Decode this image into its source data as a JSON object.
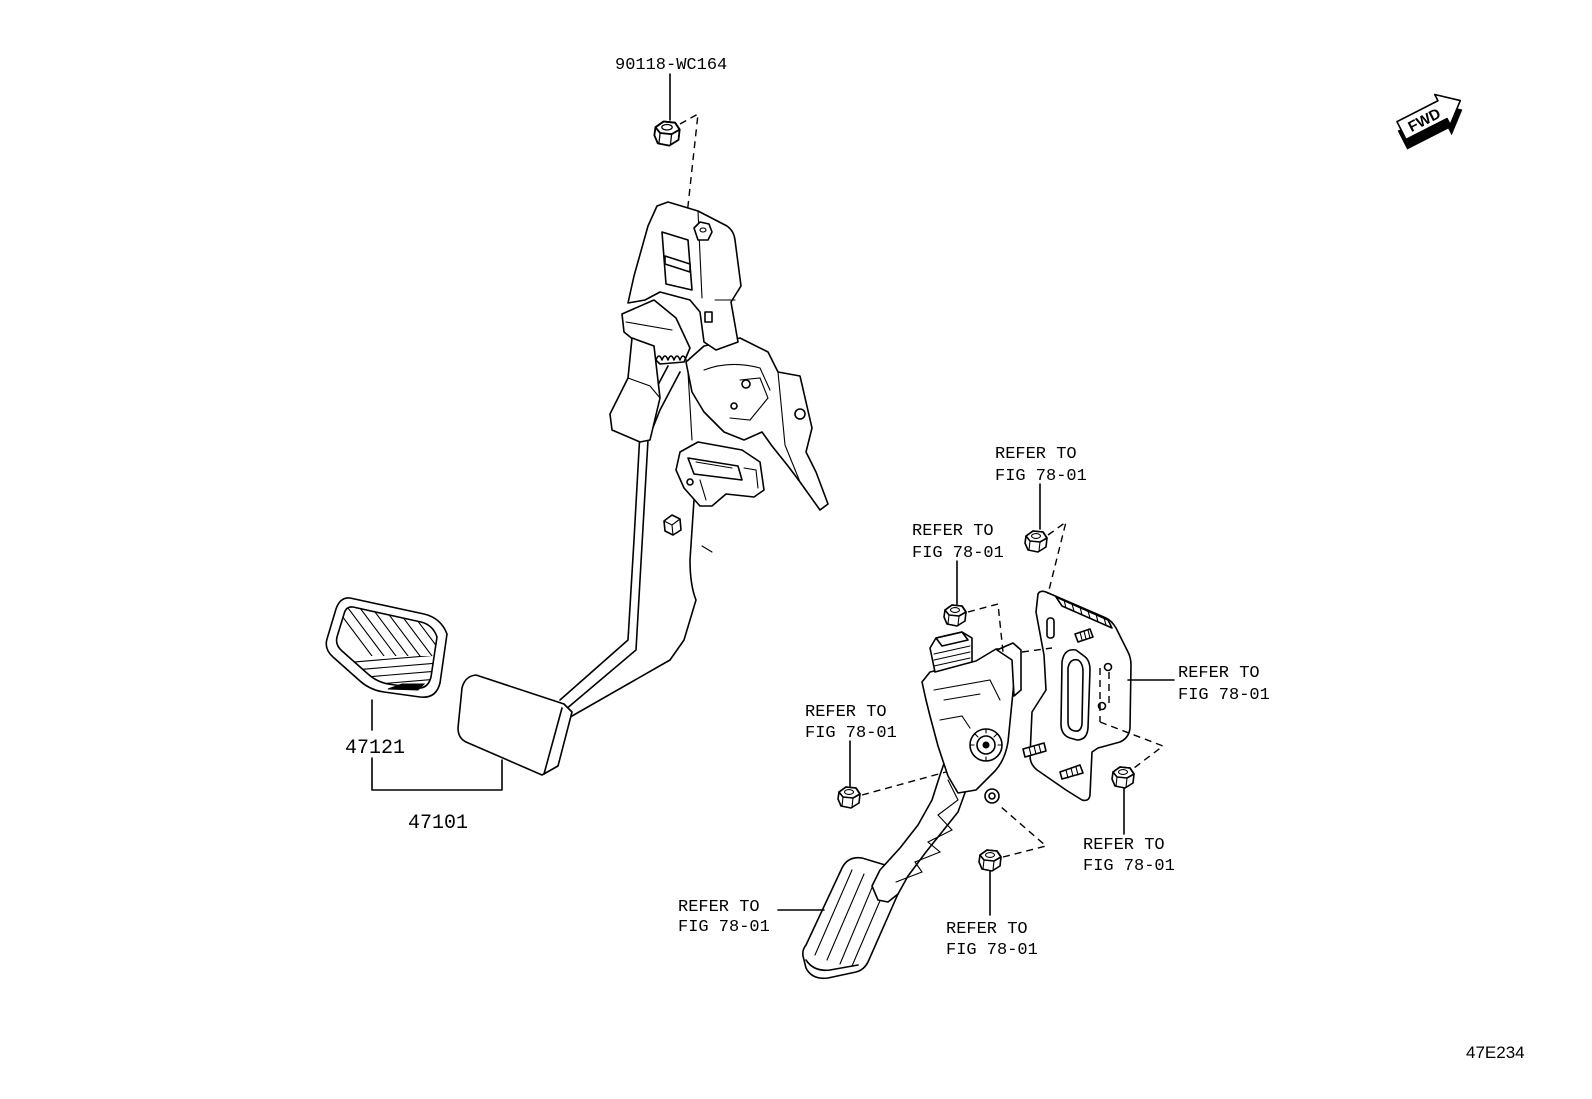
{
  "diagram": {
    "code": "47E234",
    "fwd": "FWD",
    "part_callouts": {
      "nut": "90118-WC164",
      "pad_cover": "47121",
      "brake_pedal_assy": "47101"
    },
    "refer_callouts": [
      {
        "line1": "REFER TO",
        "line2": "FIG 78-01"
      },
      {
        "line1": "REFER TO",
        "line2": "FIG 78-01"
      },
      {
        "line1": "REFER TO",
        "line2": "FIG 78-01"
      },
      {
        "line1": "REFER TO",
        "line2": "FIG 78-01"
      },
      {
        "line1": "REFER TO",
        "line2": "FIG 78-01"
      },
      {
        "line1": "REFER TO",
        "line2": "FIG 78-01"
      },
      {
        "line1": "REFER TO",
        "line2": "FIG 78-01"
      }
    ]
  },
  "colors": {
    "line": "#000000",
    "background": "#ffffff"
  }
}
